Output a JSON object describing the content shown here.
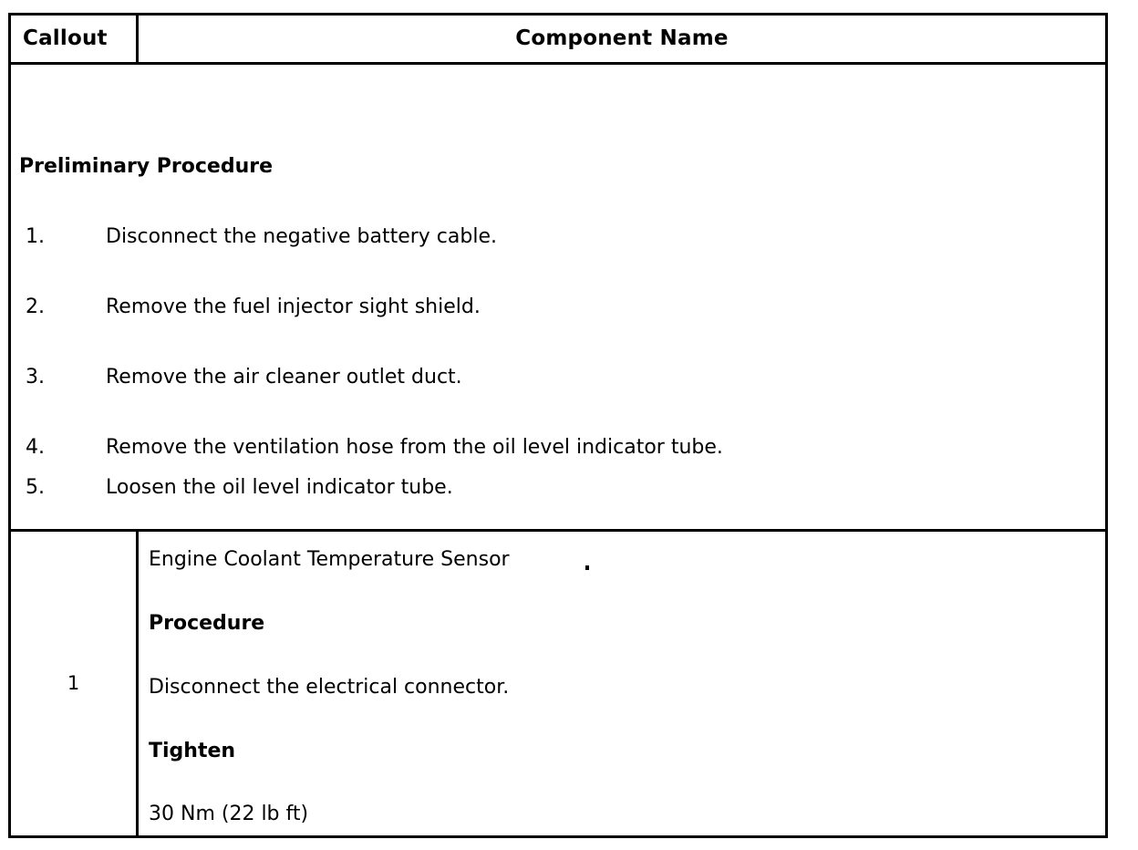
{
  "document": {
    "type": "service-procedure-table"
  },
  "table": {
    "headers": {
      "callout": "Callout",
      "component_name": "Component Name"
    },
    "preliminary": {
      "title": "Preliminary Procedure",
      "steps": [
        {
          "num": "1.",
          "text": "Disconnect the negative battery cable."
        },
        {
          "num": "2.",
          "text": "Remove the fuel injector sight shield."
        },
        {
          "num": "3.",
          "text": "Remove the air cleaner outlet duct."
        },
        {
          "num": "4.",
          "text": "Remove the ventilation hose from the oil level indicator tube."
        },
        {
          "num": "5.",
          "text": "Loosen the oil level indicator tube."
        }
      ]
    },
    "rows": [
      {
        "callout": "1",
        "component_name": "Engine Coolant Temperature Sensor",
        "procedure_label": "Procedure",
        "procedure_step": "Disconnect the electrical connector.",
        "tighten_label": "Tighten",
        "torque": "30 Nm (22 lb ft)"
      }
    ]
  },
  "colors": {
    "border": "#000000",
    "text": "#000000",
    "background": "#ffffff"
  }
}
